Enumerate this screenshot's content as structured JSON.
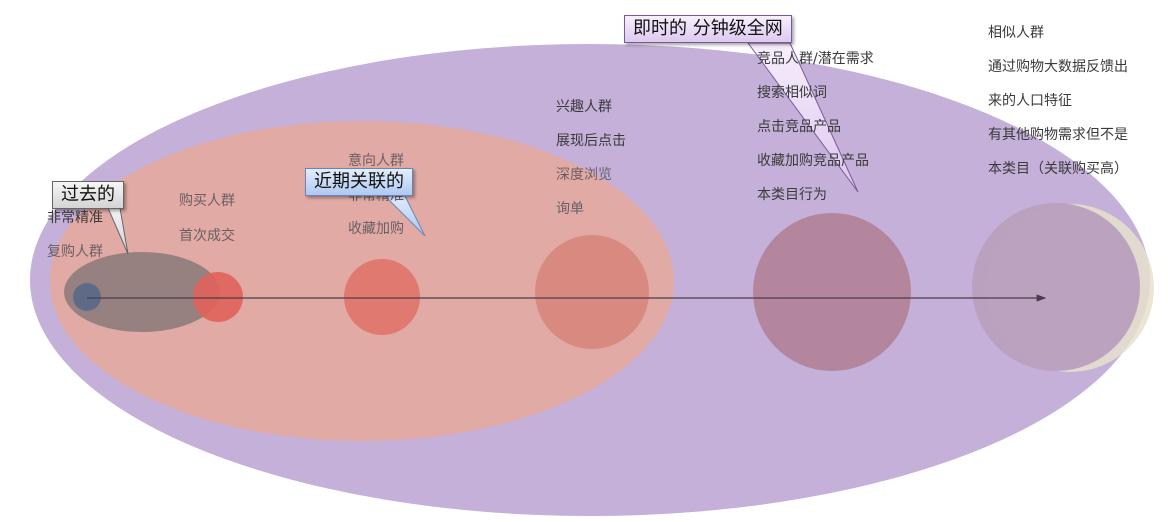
{
  "colors": {
    "outer_ellipse": "#c4b0d9",
    "inner_ellipse": "#e2aaa4",
    "arrow": "#4a3d4a",
    "callout_gray": "#e8e8e8",
    "callout_blue": "#c9dcf8",
    "callout_purple": "#ecdcf6"
  },
  "diagram": {
    "columns": [
      {
        "id": "col1",
        "lines": [
          "非常精准",
          "复购人群"
        ]
      },
      {
        "id": "col2",
        "lines": [
          "购买人群",
          "首次成交"
        ]
      },
      {
        "id": "col3",
        "lines": [
          "意向人群",
          "非常精准",
          "收藏加购"
        ]
      },
      {
        "id": "col4",
        "lines": [
          "兴趣人群",
          "展现后点击",
          "深度浏览",
          "询单"
        ]
      },
      {
        "id": "col5",
        "lines": [
          "竞品人群/潜在需求",
          "搜索相似词",
          "点击竞品产品",
          "收藏加购竞品产品",
          "本类目行为"
        ]
      },
      {
        "id": "col6",
        "lines": [
          "相似人群",
          "通过购物大数据反馈出",
          "来的人口特征",
          "有其他购物需求但不是",
          "本类目（关联购买高）"
        ]
      }
    ],
    "callouts": [
      {
        "id": "past",
        "text": "过去的"
      },
      {
        "id": "recent",
        "text": "近期关联的"
      },
      {
        "id": "realtime",
        "text": "即时的  分钟级全网"
      }
    ]
  }
}
